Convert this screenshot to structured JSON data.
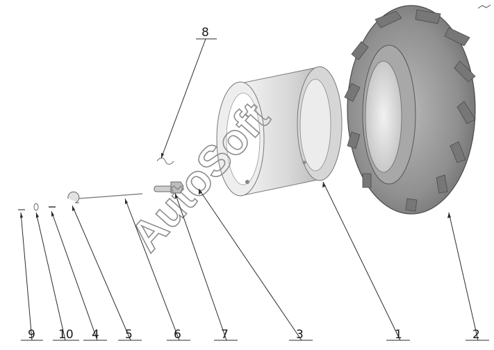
{
  "callouts": [
    {
      "number": "1"
    },
    {
      "number": "2"
    },
    {
      "number": "3"
    },
    {
      "number": "4"
    },
    {
      "number": "5"
    },
    {
      "number": "6"
    },
    {
      "number": "7"
    },
    {
      "number": "8"
    },
    {
      "number": "9"
    },
    {
      "number": "10"
    }
  ],
  "watermark": {
    "text": "AutoSoft"
  },
  "colors": {
    "tire": "#9c9c9c",
    "tire_dark": "#6e6e6e",
    "rim": "#dcdcdc",
    "line": "#2a2a2a"
  }
}
